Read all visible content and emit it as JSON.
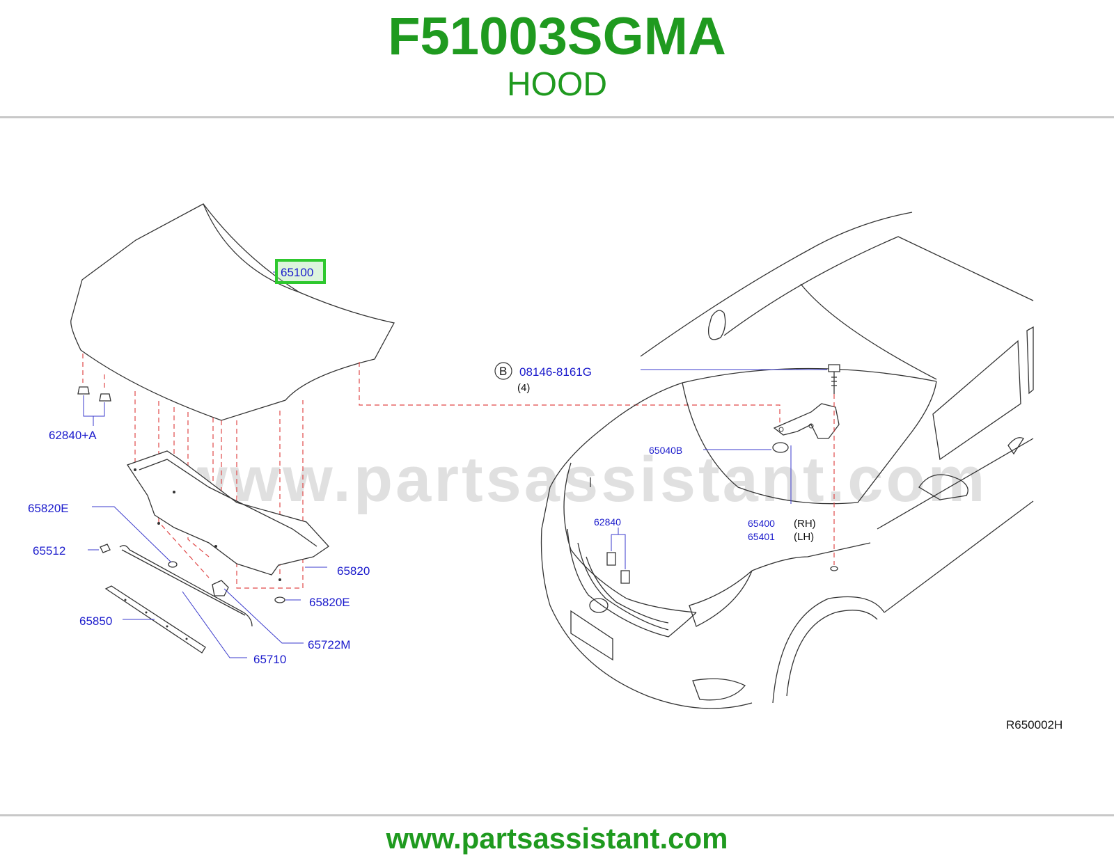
{
  "header": {
    "title": "F51003SGMA",
    "subtitle": "HOOD"
  },
  "watermark": "www.partsassistant.com",
  "callouts": {
    "hood": "65100",
    "nut_a": "62840+A",
    "insulator_clip_left": "65820E",
    "stay_clip": "65512",
    "weatherstrip": "65850",
    "stay_rod": "65710",
    "stay_holder": "65722M",
    "insulator": "65820",
    "insulator_clip_right": "65820E",
    "bolt": "08146-8161G",
    "bolt_qty": "(4)",
    "bolt_marker": "B",
    "grommet": "65040B",
    "nut": "62840",
    "hinge_rh": "65400",
    "hinge_rh_side": "(RH)",
    "hinge_lh": "65401",
    "hinge_lh_side": "(LH)"
  },
  "diagram_ref": "R650002H",
  "footer": {
    "url": "www.partsassistant.com"
  },
  "colors": {
    "brand_green": "#1f9a1f",
    "highlight_green": "#2ec82e",
    "part_number_blue": "#1a1acc",
    "dashed_red": "#e04848"
  }
}
